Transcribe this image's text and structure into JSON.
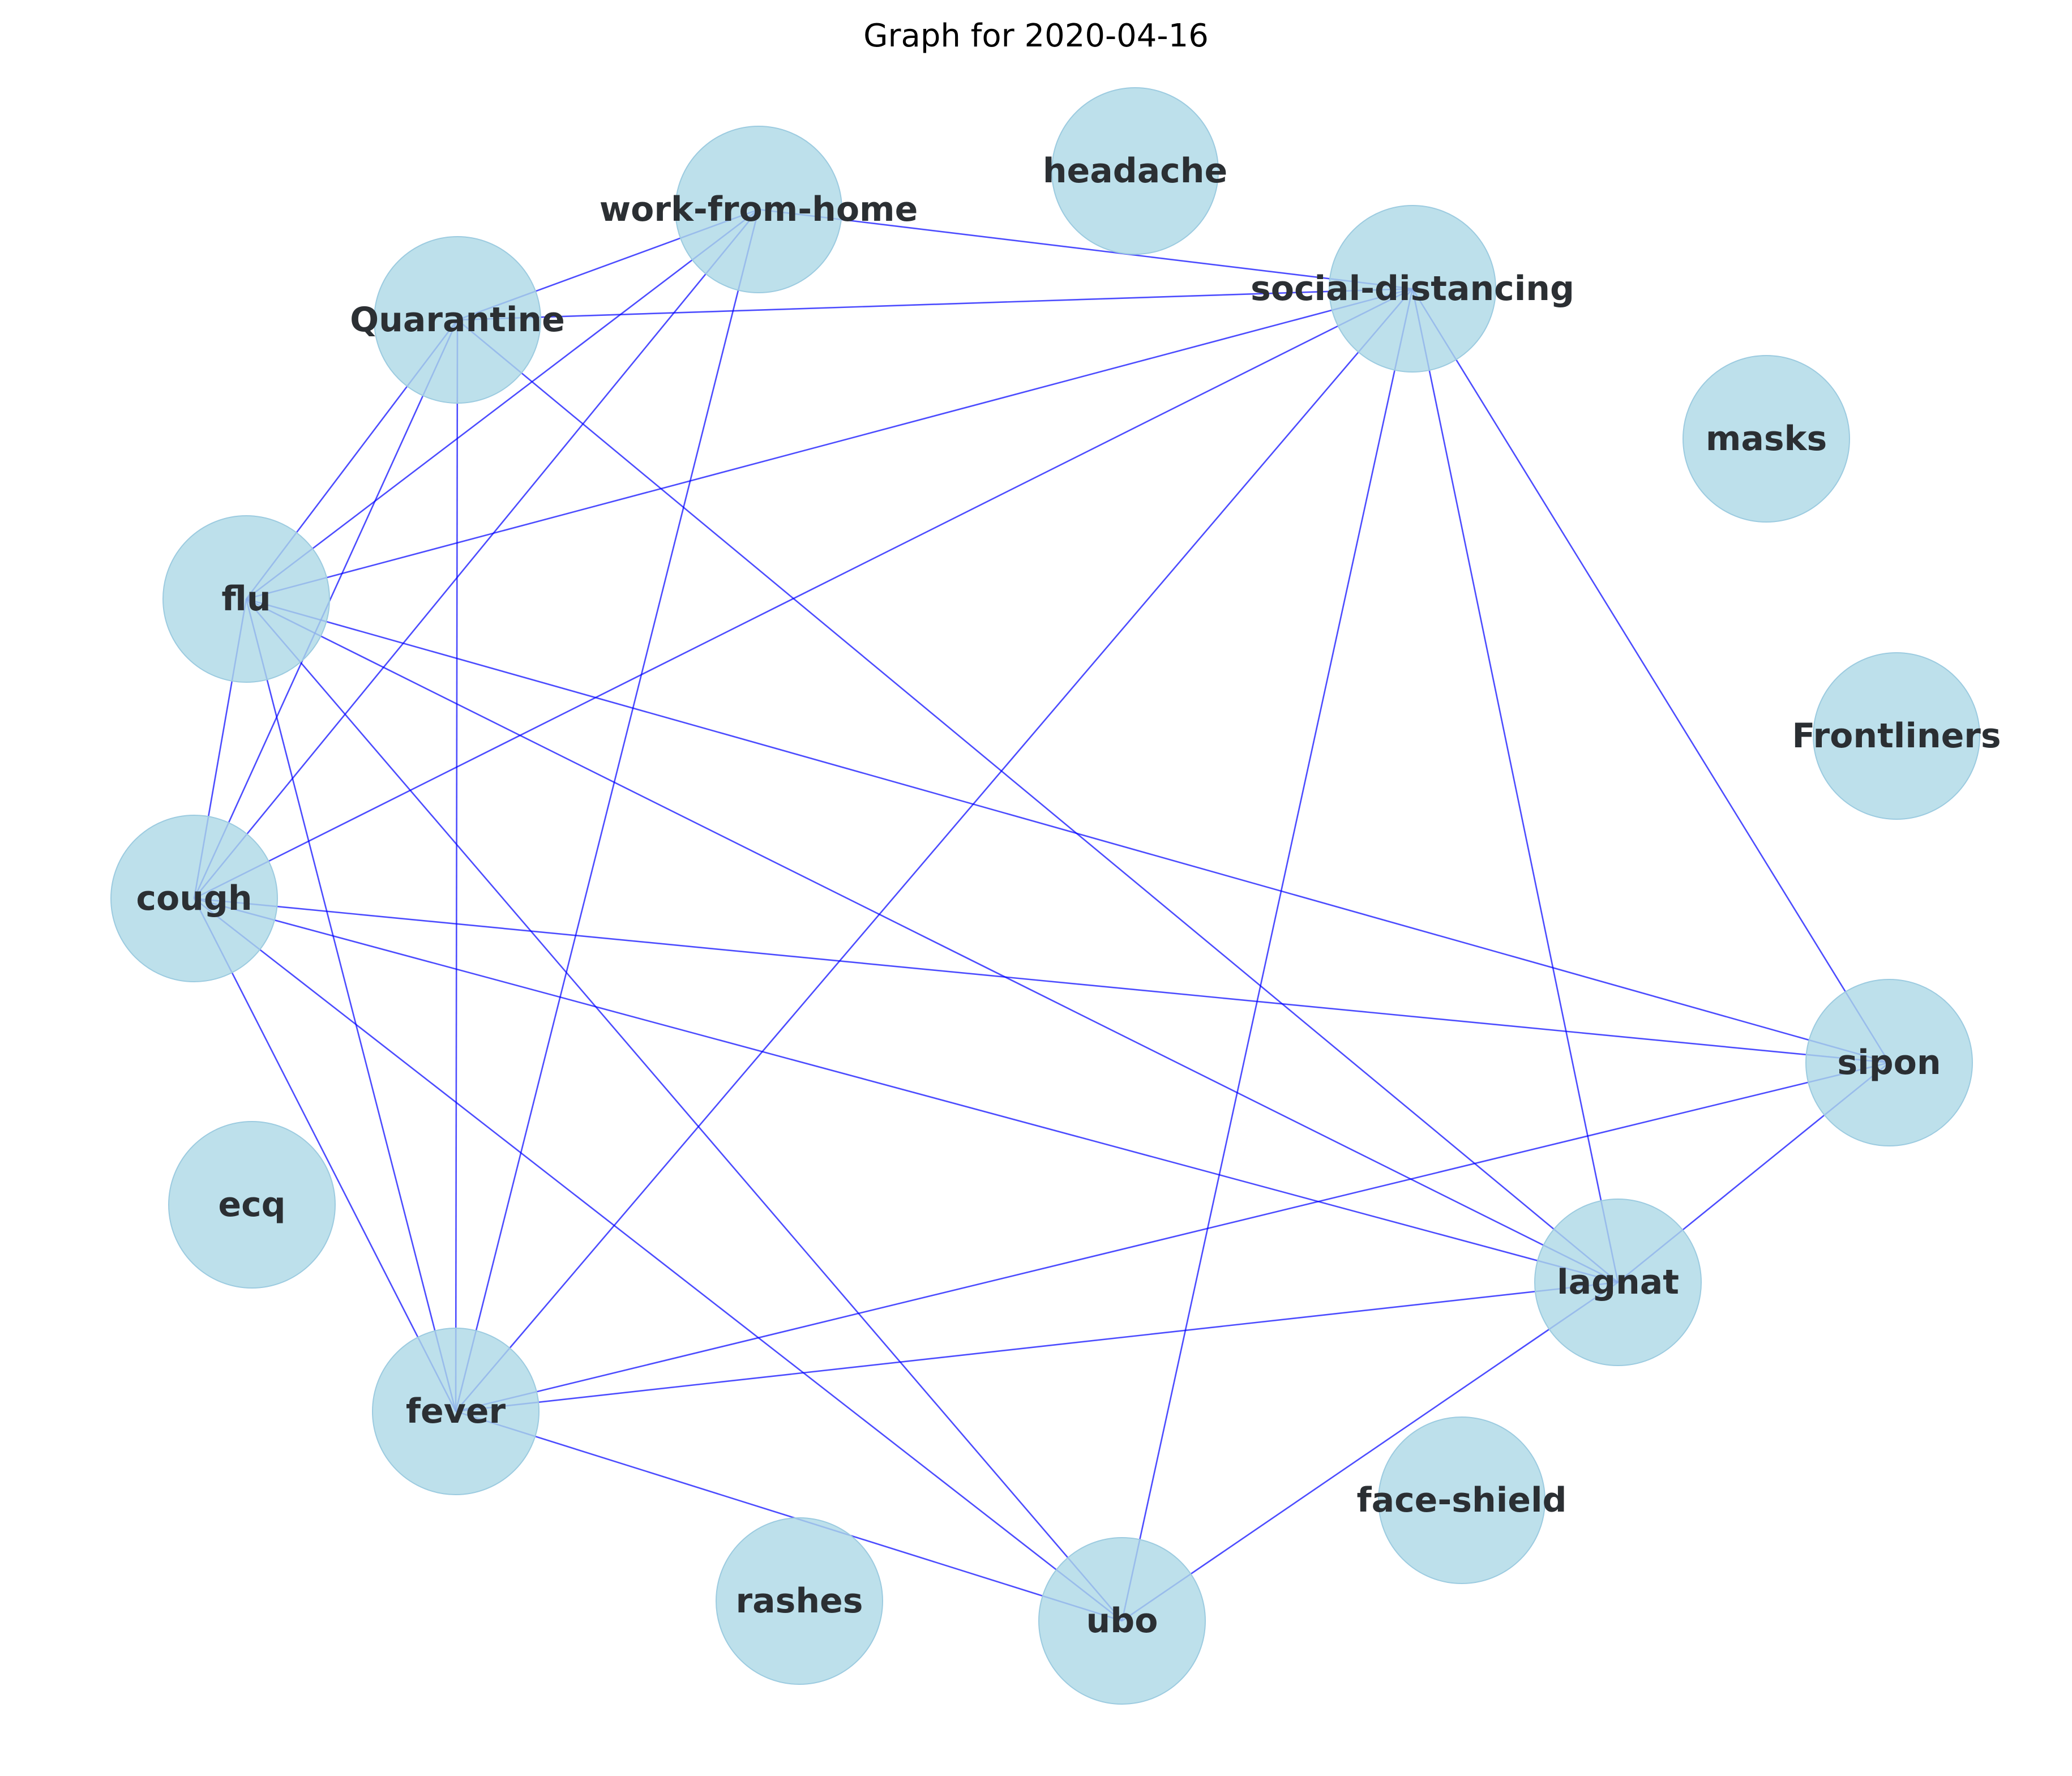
{
  "title": "Graph for 2020-04-16",
  "colors": {
    "node_fill": "#add8e6",
    "edge": "#0000ff",
    "label": "#2b2f33",
    "background": "#ffffff"
  },
  "nodes": [
    {
      "id": "work-from-home",
      "label": "work-from-home"
    },
    {
      "id": "headache",
      "label": "headache"
    },
    {
      "id": "social-distancing",
      "label": "social-distancing"
    },
    {
      "id": "Quarantine",
      "label": "Quarantine"
    },
    {
      "id": "masks",
      "label": "masks"
    },
    {
      "id": "flu",
      "label": "flu"
    },
    {
      "id": "Frontliners",
      "label": "Frontliners"
    },
    {
      "id": "cough",
      "label": "cough"
    },
    {
      "id": "sipon",
      "label": "sipon"
    },
    {
      "id": "ecq",
      "label": "ecq"
    },
    {
      "id": "lagnat",
      "label": "lagnat"
    },
    {
      "id": "fever",
      "label": "fever"
    },
    {
      "id": "face-shield",
      "label": "face-shield"
    },
    {
      "id": "rashes",
      "label": "rashes"
    },
    {
      "id": "ubo",
      "label": "ubo"
    }
  ],
  "edges": [
    [
      "work-from-home",
      "Quarantine"
    ],
    [
      "work-from-home",
      "social-distancing"
    ],
    [
      "work-from-home",
      "flu"
    ],
    [
      "work-from-home",
      "cough"
    ],
    [
      "work-from-home",
      "fever"
    ],
    [
      "Quarantine",
      "social-distancing"
    ],
    [
      "Quarantine",
      "flu"
    ],
    [
      "Quarantine",
      "cough"
    ],
    [
      "Quarantine",
      "fever"
    ],
    [
      "Quarantine",
      "lagnat"
    ],
    [
      "social-distancing",
      "flu"
    ],
    [
      "social-distancing",
      "cough"
    ],
    [
      "social-distancing",
      "fever"
    ],
    [
      "social-distancing",
      "ubo"
    ],
    [
      "social-distancing",
      "lagnat"
    ],
    [
      "social-distancing",
      "sipon"
    ],
    [
      "flu",
      "cough"
    ],
    [
      "flu",
      "fever"
    ],
    [
      "flu",
      "ubo"
    ],
    [
      "flu",
      "lagnat"
    ],
    [
      "flu",
      "sipon"
    ],
    [
      "cough",
      "fever"
    ],
    [
      "cough",
      "ubo"
    ],
    [
      "cough",
      "lagnat"
    ],
    [
      "cough",
      "sipon"
    ],
    [
      "fever",
      "ubo"
    ],
    [
      "fever",
      "lagnat"
    ],
    [
      "fever",
      "sipon"
    ],
    [
      "lagnat",
      "ubo"
    ],
    [
      "lagnat",
      "sipon"
    ]
  ]
}
